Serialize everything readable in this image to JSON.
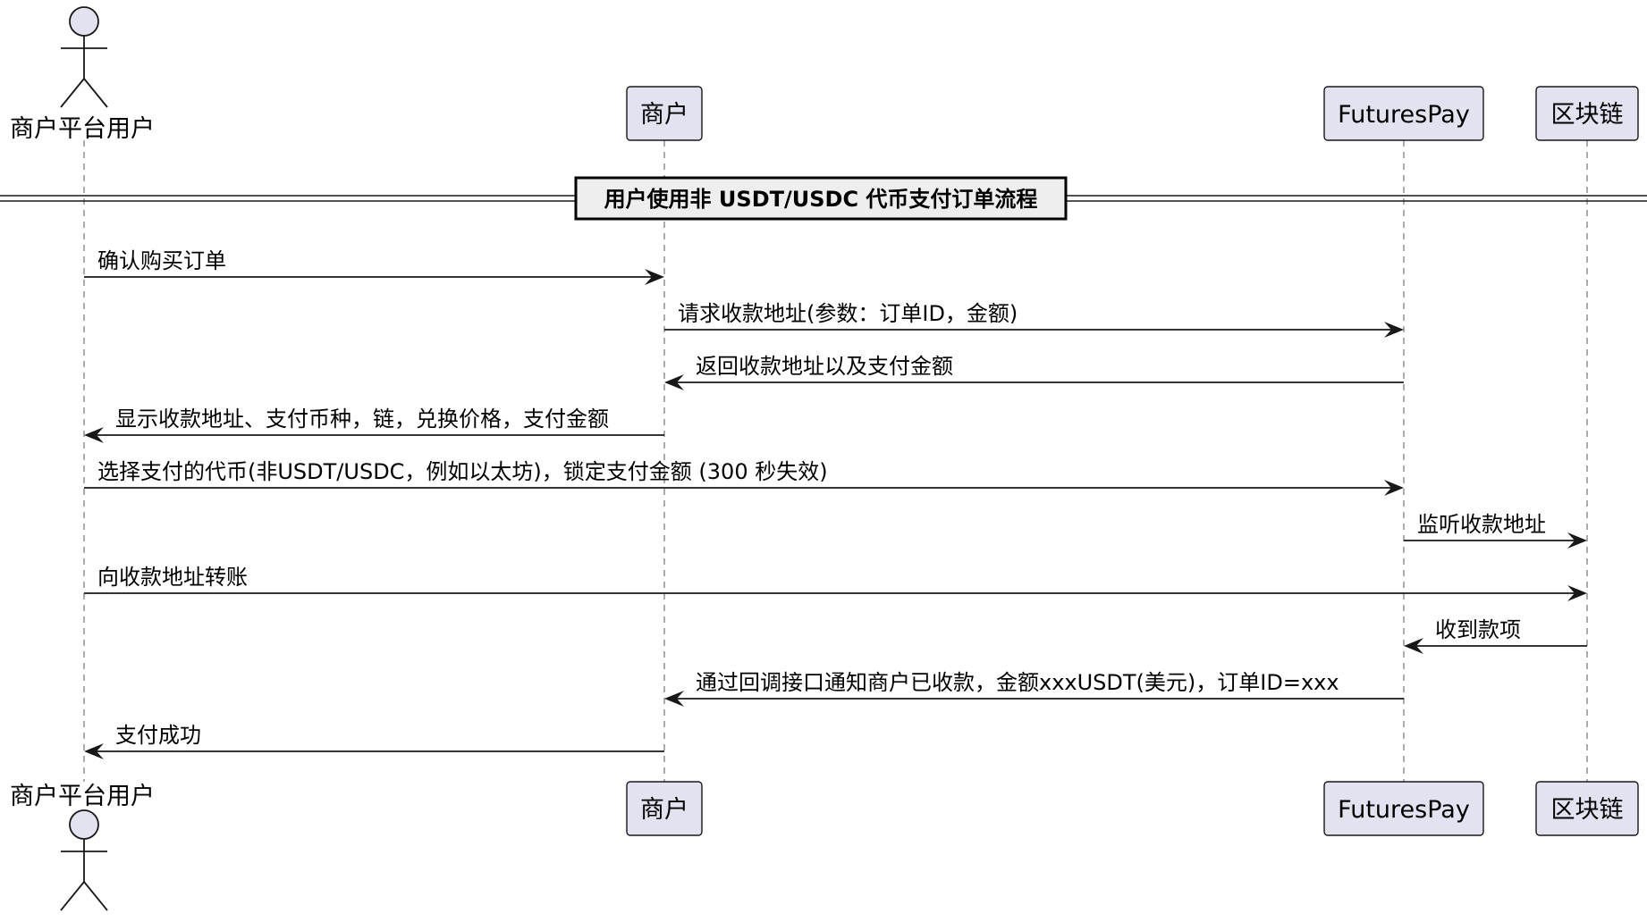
{
  "diagram": {
    "type": "sequence",
    "participants": [
      {
        "id": "user",
        "label": "商户平台用户",
        "kind": "actor"
      },
      {
        "id": "merchant",
        "label": "商户",
        "kind": "participant"
      },
      {
        "id": "futurespay",
        "label": "FuturesPay",
        "kind": "participant"
      },
      {
        "id": "chain",
        "label": "区块链",
        "kind": "participant"
      }
    ],
    "divider": "用户使用非 USDT/USDC 代币支付订单流程",
    "messages": [
      {
        "from": "user",
        "to": "merchant",
        "label": "确认购买订单"
      },
      {
        "from": "merchant",
        "to": "futurespay",
        "label": "请求收款地址(参数：订单ID，金额)"
      },
      {
        "from": "futurespay",
        "to": "merchant",
        "label": "返回收款地址以及支付金额"
      },
      {
        "from": "merchant",
        "to": "user",
        "label": "显示收款地址、支付币种，链，兑换价格，支付金额"
      },
      {
        "from": "user",
        "to": "futurespay",
        "label": "选择支付的代币(非USDT/USDC，例如以太坊)，锁定支付金额 (300 秒失效)"
      },
      {
        "from": "futurespay",
        "to": "chain",
        "label": "监听收款地址"
      },
      {
        "from": "user",
        "to": "chain",
        "label": "向收款地址转账"
      },
      {
        "from": "chain",
        "to": "futurespay",
        "label": "收到款项"
      },
      {
        "from": "futurespay",
        "to": "merchant",
        "label": "通过回调接口通知商户已收款，金额xxxUSDT(美元)，订单ID=xxx"
      },
      {
        "from": "merchant",
        "to": "user",
        "label": "支付成功"
      }
    ],
    "colors": {
      "participant_fill": "#e2e2f0",
      "line": "#181818",
      "lifeline": "#888888",
      "background": "#ffffff"
    }
  }
}
